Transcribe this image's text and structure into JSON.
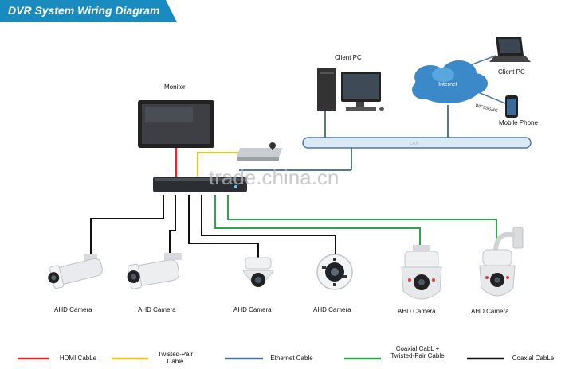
{
  "title": "DVR System Wiring Diagram",
  "colors": {
    "title_bar": "#1a8bbf",
    "hdmi": "#e3262a",
    "twisted_pair": "#f2c21b",
    "ethernet": "#4f77a0",
    "coaxial_twisted": "#2aa84a",
    "coaxial": "#111111",
    "bus": "#dbe9f4"
  },
  "nodes": {
    "monitor": "Monitor",
    "client_pc_1": "Client PC",
    "client_pc_2": "Client PC",
    "internet": "Internet",
    "mobile_phone": "Mobile Phone",
    "wireless": "WIFI/3G/4G",
    "bus_label": "LAN"
  },
  "cameras": [
    {
      "label": "AHD Camera",
      "icon": "bullet-camera-icon"
    },
    {
      "label": "AHD Camera",
      "icon": "bullet-camera-icon"
    },
    {
      "label": "AHD Camera",
      "icon": "dome-camera-icon"
    },
    {
      "label": "AHD Camera",
      "icon": "fisheye-camera-icon"
    },
    {
      "label": "AHD Camera",
      "icon": "ptz-camera-icon"
    },
    {
      "label": "AHD Camera",
      "icon": "ptz-camera-icon"
    }
  ],
  "legend": [
    {
      "label": "HDMI CabLe"
    },
    {
      "label": "Twisted-Pair Cable"
    },
    {
      "label": "Ethernet Cable"
    },
    {
      "label": "Coaxial CabL + Twisted-Pair Cable"
    },
    {
      "label": "Coaxial CabLe"
    }
  ],
  "watermark": "trade.china.cn"
}
